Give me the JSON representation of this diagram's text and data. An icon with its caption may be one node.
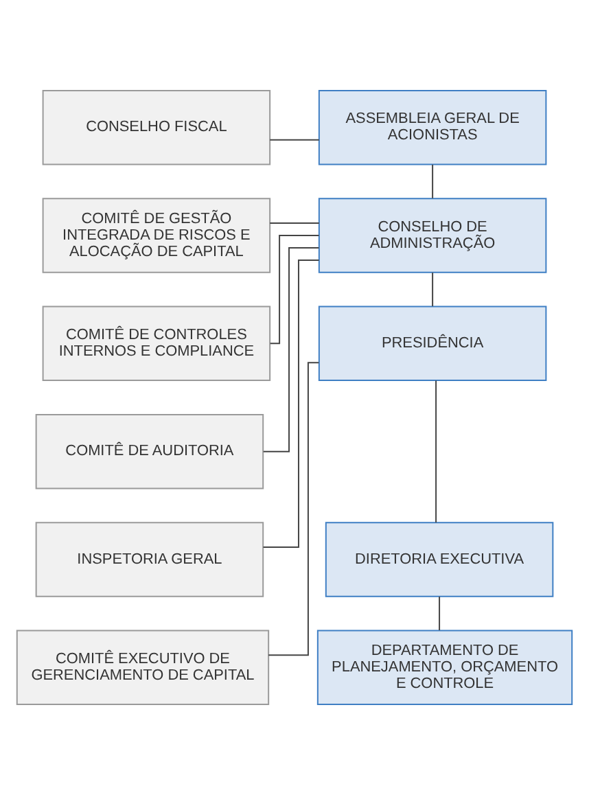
{
  "diagram": {
    "nodes": [
      {
        "text": [
          "ASSEMBLEIA GERAL DE ACIONISTAS"
        ]
      },
      {
        "text": [
          "CONSELHO FISCAL"
        ]
      },
      {
        "text": [
          "CONSELHO DE ADMINISTRAÇÃO"
        ]
      },
      {
        "text": [
          "COMITÊ DE GESTÃO INTEGRADA DE RISCOS E ALOCAÇÃO DE CAPITAL"
        ]
      },
      {
        "text": [
          "PRESIDÊNCIA"
        ]
      },
      {
        "text": [
          "COMITÊ DE CONTROLES INTERNOS E COMPLIANCE"
        ]
      },
      {
        "text": [
          "COMITÊ DE AUDITORIA"
        ]
      },
      {
        "text": [
          "DIRETORIA EXECUTIVA"
        ]
      },
      {
        "text": [
          "INSPETORIA GERAL"
        ]
      },
      {
        "text": [
          "DEPARTAMENTO DE PLANEJAMENTO, ORÇAMENTO E CONTROLE"
        ]
      },
      {
        "text": [
          "COMITÊ EXECUTIVO DE GERENCIAMENTO DE CAPITAL"
        ]
      }
    ],
    "edges": [
      {
        "from": 0,
        "to": 2,
        "arrow": "none"
      },
      {
        "from": 1,
        "to": 0,
        "arrow": "none"
      },
      {
        "from": 2,
        "to": 4,
        "arrow": "none"
      },
      {
        "from": 3,
        "to": 2,
        "arrow": "none"
      },
      {
        "from": 5,
        "to": 2,
        "arrow": "none"
      },
      {
        "from": 6,
        "to": 2,
        "arrow": "none"
      },
      {
        "from": 8,
        "to": 2,
        "arrow": "none"
      },
      {
        "from": 4,
        "to": 7,
        "arrow": "none"
      },
      {
        "from": 10,
        "to": 4,
        "arrow": "none"
      },
      {
        "from": 7,
        "to": 9,
        "arrow": "none"
      }
    ]
  }
}
